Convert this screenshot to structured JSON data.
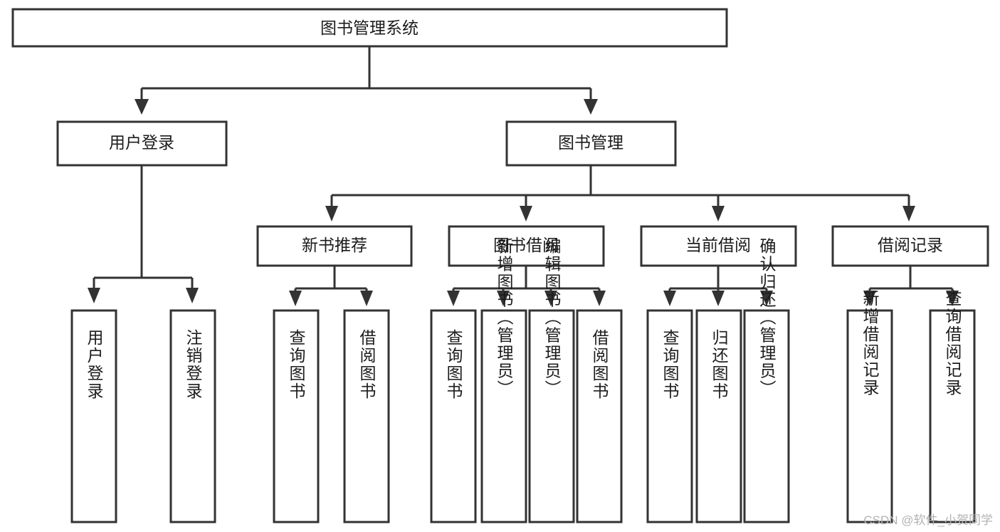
{
  "diagram": {
    "type": "tree",
    "title": "图书管理系统",
    "orientation": "top-down",
    "colors": {
      "box_fill": "#ffffff",
      "box_stroke": "#333333",
      "edge": "#333333",
      "text": "#1c1c1c",
      "watermark": "#b3b3b3"
    },
    "root": {
      "id": "root",
      "label": "图书管理系统",
      "orientation": "horizontal"
    },
    "level1": [
      {
        "id": "user-login",
        "label": "用户登录",
        "orientation": "horizontal"
      },
      {
        "id": "book-management",
        "label": "图书管理",
        "orientation": "horizontal"
      }
    ],
    "level2": [
      {
        "id": "new-book-recommend",
        "label": "新书推荐",
        "parent": "book-management",
        "orientation": "horizontal"
      },
      {
        "id": "book-borrow",
        "label": "图书借阅",
        "parent": "book-management",
        "orientation": "horizontal"
      },
      {
        "id": "current-borrow",
        "label": "当前借阅",
        "parent": "book-management",
        "orientation": "horizontal"
      },
      {
        "id": "borrow-record",
        "label": "借阅记录",
        "parent": "book-management",
        "orientation": "horizontal"
      }
    ],
    "leaves": [
      {
        "id": "leaf-user-login",
        "label": "用户登录",
        "parent": "user-login",
        "orientation": "vertical"
      },
      {
        "id": "leaf-logout",
        "label": "注销登录",
        "parent": "user-login",
        "orientation": "vertical"
      },
      {
        "id": "leaf-query-book-1",
        "label": "查询图书",
        "parent": "new-book-recommend",
        "orientation": "vertical"
      },
      {
        "id": "leaf-borrow-book-1",
        "label": "借阅图书",
        "parent": "new-book-recommend",
        "orientation": "vertical"
      },
      {
        "id": "leaf-query-book-2",
        "label": "查询图书",
        "parent": "book-borrow",
        "orientation": "vertical"
      },
      {
        "id": "leaf-add-book",
        "label": "新增图书（管理员）",
        "parent": "book-borrow",
        "orientation": "vertical"
      },
      {
        "id": "leaf-edit-book",
        "label": "编辑图书（管理员）",
        "parent": "book-borrow",
        "orientation": "vertical"
      },
      {
        "id": "leaf-borrow-book-2",
        "label": "借阅图书",
        "parent": "book-borrow",
        "orientation": "vertical"
      },
      {
        "id": "leaf-query-book-3",
        "label": "查询图书",
        "parent": "current-borrow",
        "orientation": "vertical"
      },
      {
        "id": "leaf-return-book",
        "label": "归还图书",
        "parent": "current-borrow",
        "orientation": "vertical"
      },
      {
        "id": "leaf-confirm-return",
        "label": "确认归还（管理员）",
        "parent": "current-borrow",
        "orientation": "vertical"
      },
      {
        "id": "leaf-add-record",
        "label": "新增借阅记录",
        "parent": "borrow-record",
        "orientation": "vertical"
      },
      {
        "id": "leaf-query-record",
        "label": "查询借阅记录",
        "parent": "borrow-record",
        "orientation": "vertical"
      }
    ]
  },
  "watermark": {
    "text": "CSDN @软件_小贺同学"
  }
}
